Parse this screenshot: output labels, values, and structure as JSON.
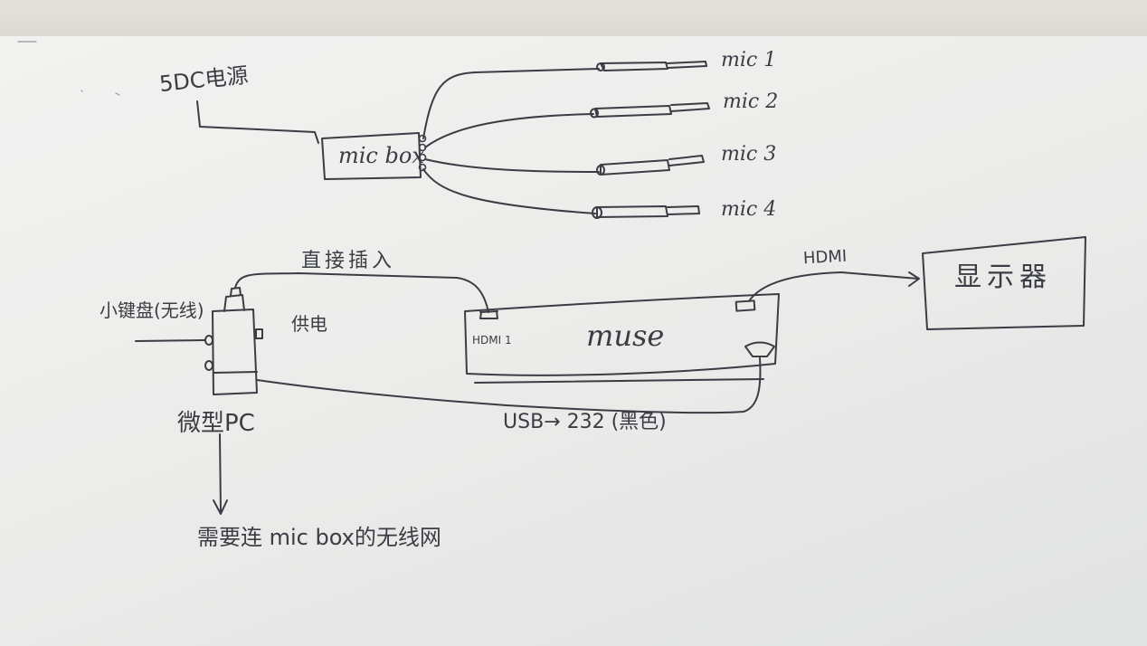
{
  "colors": {
    "ink": "#3a3d44",
    "paper": "#eeeeed"
  },
  "power": {
    "label": "5DC电源"
  },
  "micbox": {
    "label": "mic box"
  },
  "mics": [
    {
      "label": "mic 1"
    },
    {
      "label": "mic 2"
    },
    {
      "label": "mic 3"
    },
    {
      "label": "mic 4"
    }
  ],
  "pc": {
    "label": "微型PC",
    "left_input_label": "小键盘(无线)",
    "right_port_label": "供电",
    "top_link_label": "直接插入",
    "bottom_note": "需要连 mic box的无线网"
  },
  "muse": {
    "label": "muse",
    "hdmi_in_label": "HDMI 1",
    "usb_link_label": "USB→ 232 (黑色)"
  },
  "display": {
    "label": "显示器",
    "hdmi_link_label": "HDMI"
  }
}
